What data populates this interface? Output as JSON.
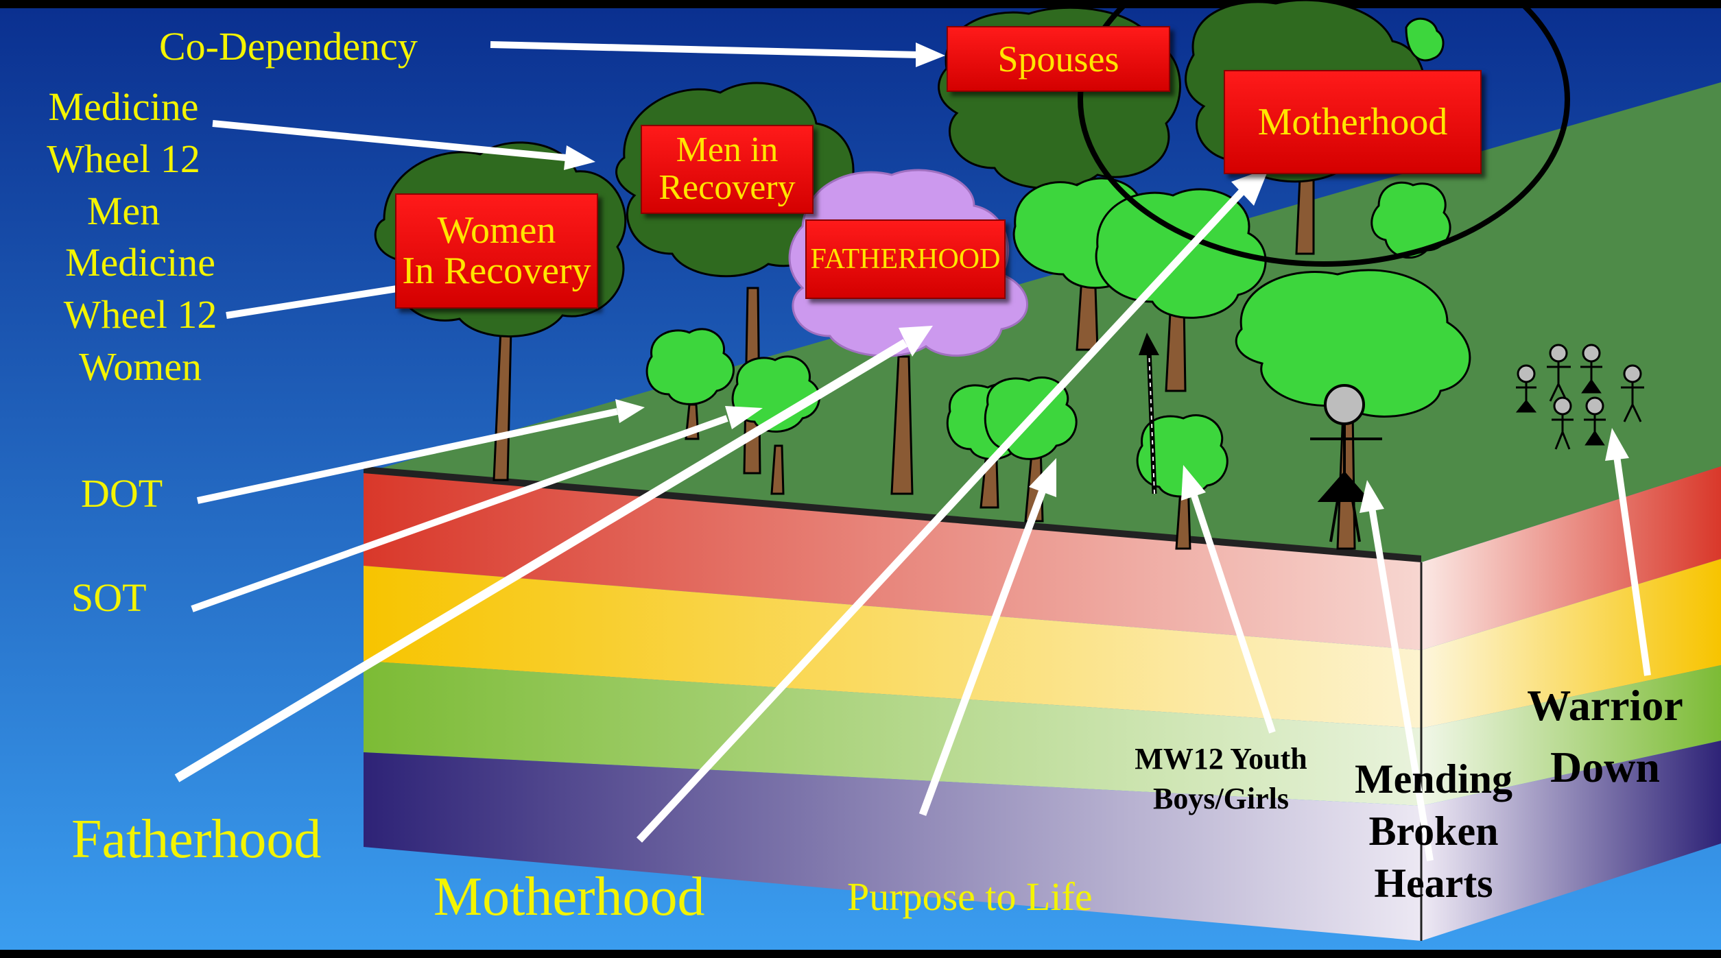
{
  "left_labels": {
    "codependency": "Co-Dependency",
    "medicine_wheel_men": [
      "Medicine",
      "Wheel 12",
      "Men"
    ],
    "medicine_wheel_women": [
      "Medicine",
      "Wheel 12",
      "Women"
    ],
    "dot": "DOT",
    "sot": "SOT",
    "fatherhood": "Fatherhood",
    "motherhood": "Motherhood",
    "purpose": "Purpose to Life"
  },
  "boxes": {
    "spouses": "Spouses",
    "men_recovery": [
      "Men in",
      "Recovery"
    ],
    "women_recovery": [
      "Women",
      "In Recovery"
    ],
    "fatherhood": "FATHERHOOD",
    "motherhood": "Motherhood"
  },
  "right_labels": {
    "youth": [
      "MW12 Youth",
      "Boys/Girls"
    ],
    "mending": [
      "Mending",
      "Broken",
      "Hearts"
    ],
    "warrior": [
      "Warrior",
      "Down"
    ]
  },
  "colors": {
    "sky_top": "#0a2f8f",
    "sky_bottom": "#3b9ef0",
    "label_yellow": "#f4f400",
    "box_red": "#ff1a1a",
    "grass": "#4e8b48",
    "layer_red": "#d9382a",
    "layer_yellow": "#f7c400",
    "layer_green": "#7cbb35",
    "layer_indigo": "#2e2377"
  }
}
